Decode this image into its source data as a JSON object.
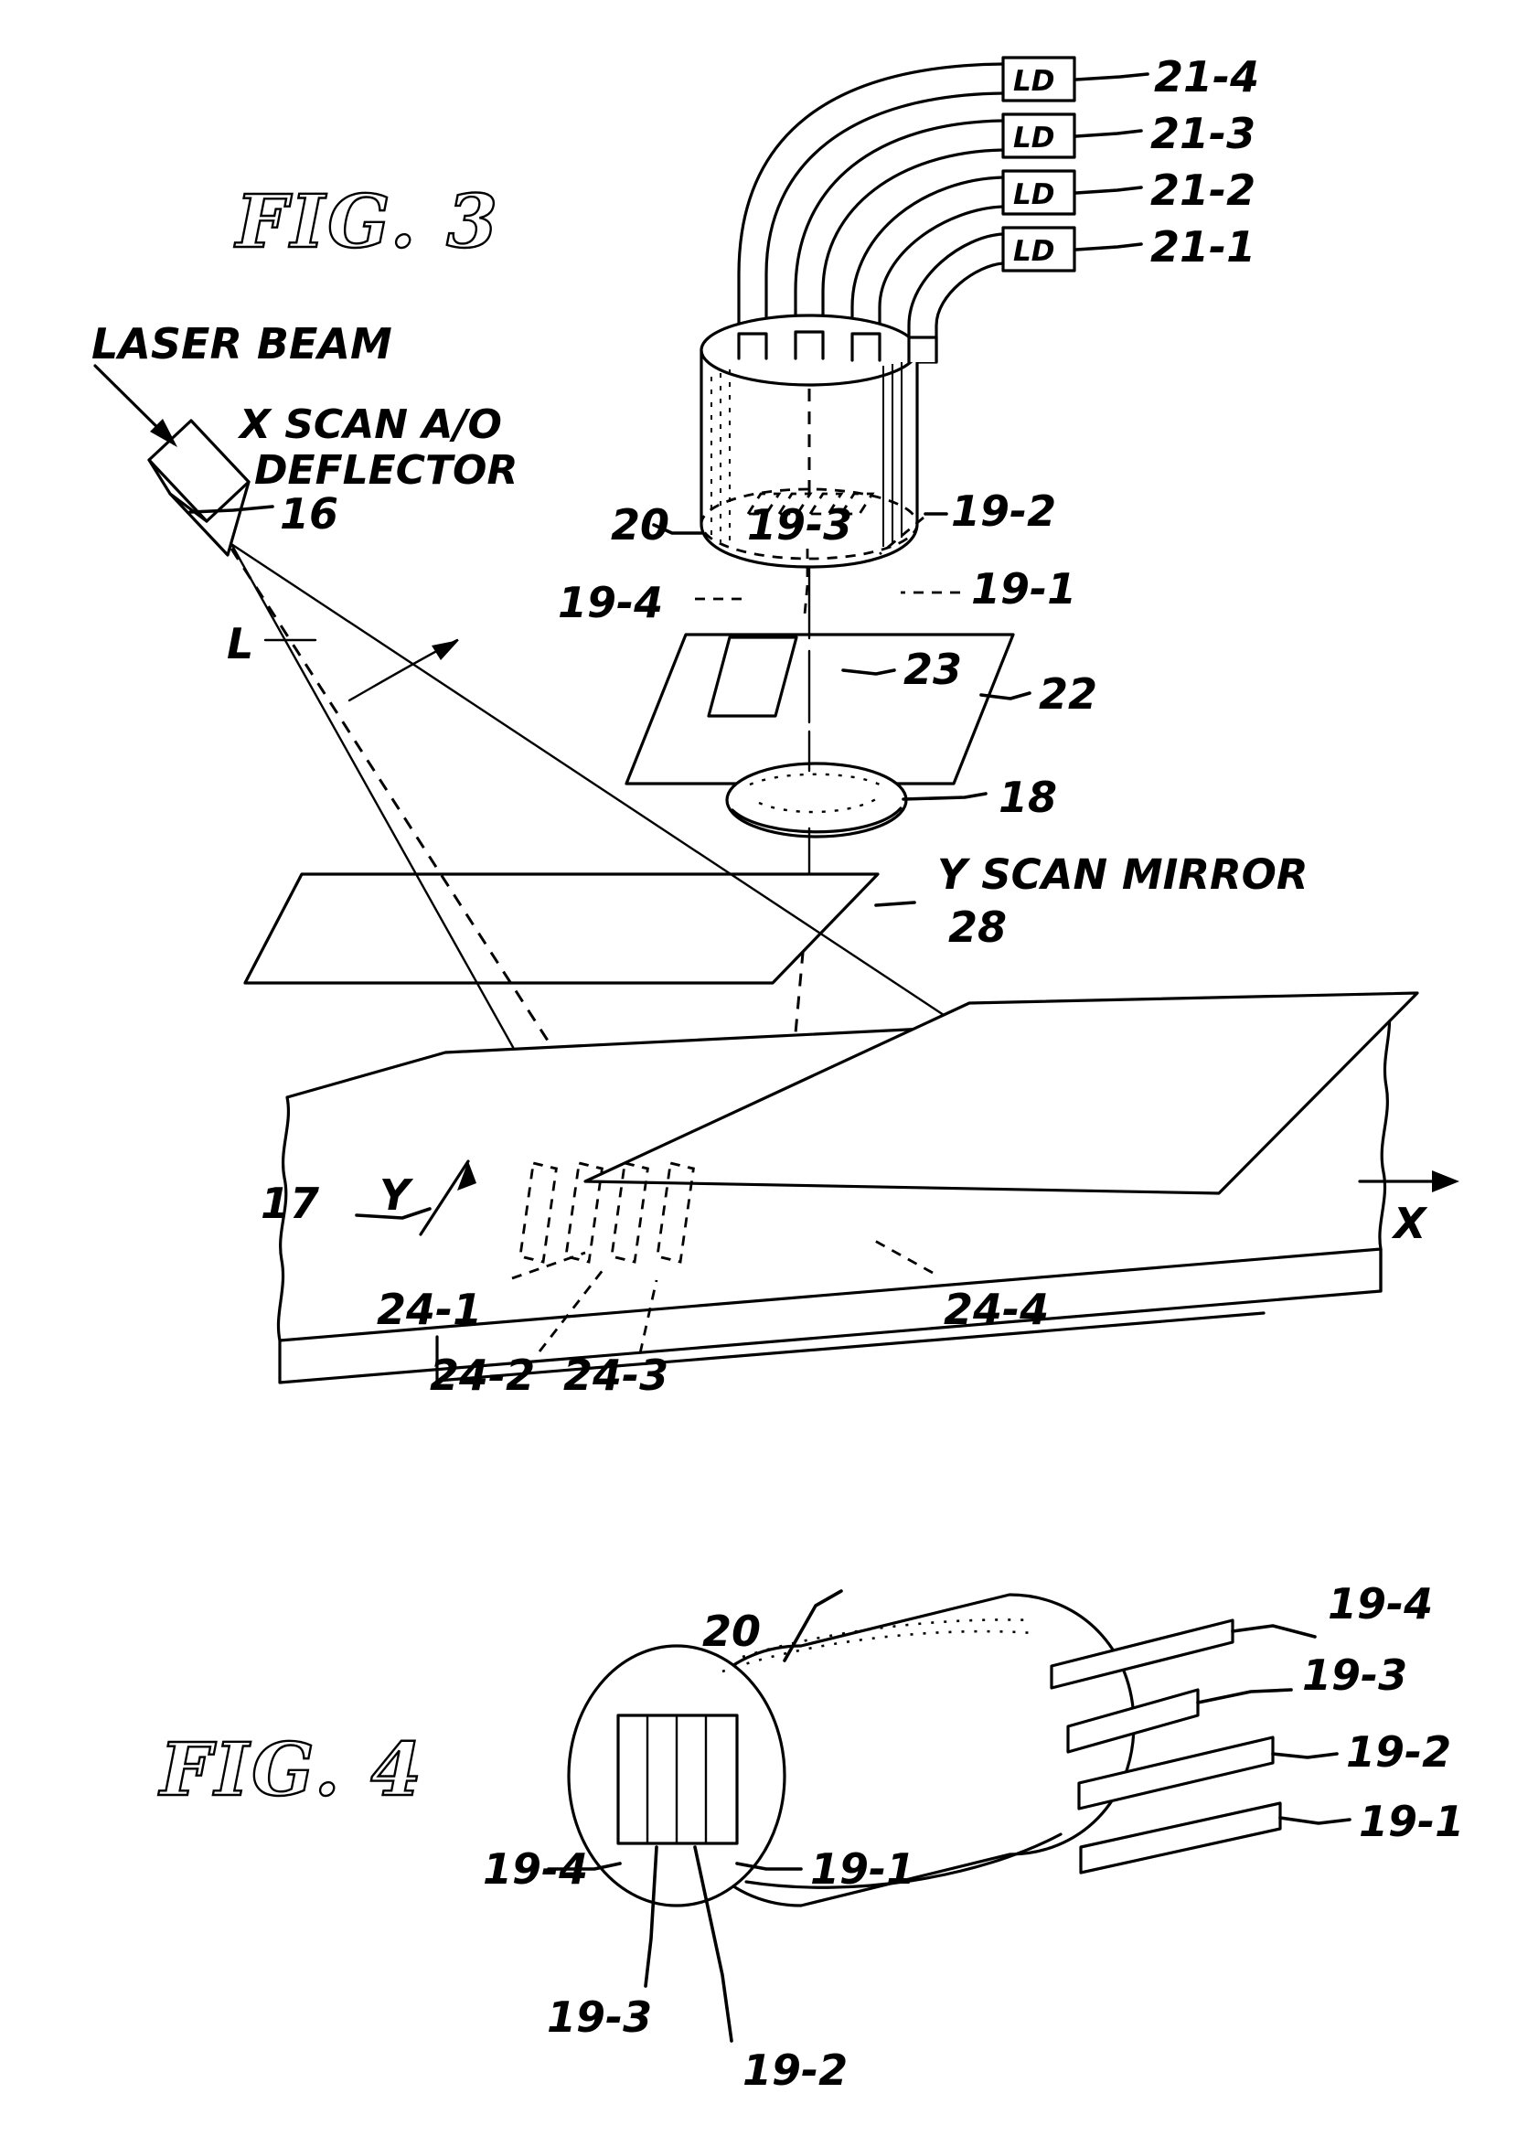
{
  "document": {
    "type": "patent-drawing",
    "background_color": "#ffffff",
    "ink_color": "#000000",
    "sheet_width": 1659,
    "sheet_height": 2336
  },
  "figures": [
    {
      "id": "fig3",
      "title": "FIG. 3",
      "callouts": {
        "laser_beam": "LASER BEAM",
        "x_scan_deflector_line1": "X SCAN A/O",
        "x_scan_deflector_line2": "DEFLECTOR",
        "x_scan_deflector_ref": "16",
        "angle_label": "L",
        "y_scan_mirror_label": "Y SCAN MIRROR",
        "y_scan_mirror_ref": "28",
        "axis_x": "X",
        "axis_y": "Y",
        "substrate_ref": "17",
        "bundle_ref": "20",
        "mask_ref": "22",
        "slit_ref": "23",
        "lens_ref": "18"
      },
      "laser_diodes": [
        {
          "box_label": "LD",
          "ref": "21-4"
        },
        {
          "box_label": "LD",
          "ref": "21-3"
        },
        {
          "box_label": "LD",
          "ref": "21-2"
        },
        {
          "box_label": "LD",
          "ref": "21-1"
        }
      ],
      "fiber_refs_top": [
        "19-3",
        "19-2",
        "19-1",
        "19-4"
      ],
      "fiber_ref_19_3": "19-3",
      "fiber_ref_19_2": "19-2",
      "fiber_ref_19_1": "19-1",
      "fiber_ref_19_4": "19-4",
      "spot_refs": [
        "24-1",
        "24-2",
        "24-3",
        "24-4"
      ],
      "spot_ref_1": "24-1",
      "spot_ref_2": "24-2",
      "spot_ref_3": "24-3",
      "spot_ref_4": "24-4"
    },
    {
      "id": "fig4",
      "title": "FIG. 4",
      "callouts": {
        "bundle_ref": "20"
      },
      "fiber_refs_right": [
        "19-4",
        "19-3",
        "19-2",
        "19-1"
      ],
      "right_19_4": "19-4",
      "right_19_3": "19-3",
      "right_19_2": "19-2",
      "right_19_1": "19-1",
      "face_19_4": "19-4",
      "face_19_1": "19-1",
      "face_19_3": "19-3",
      "face_19_2": "19-2"
    }
  ]
}
